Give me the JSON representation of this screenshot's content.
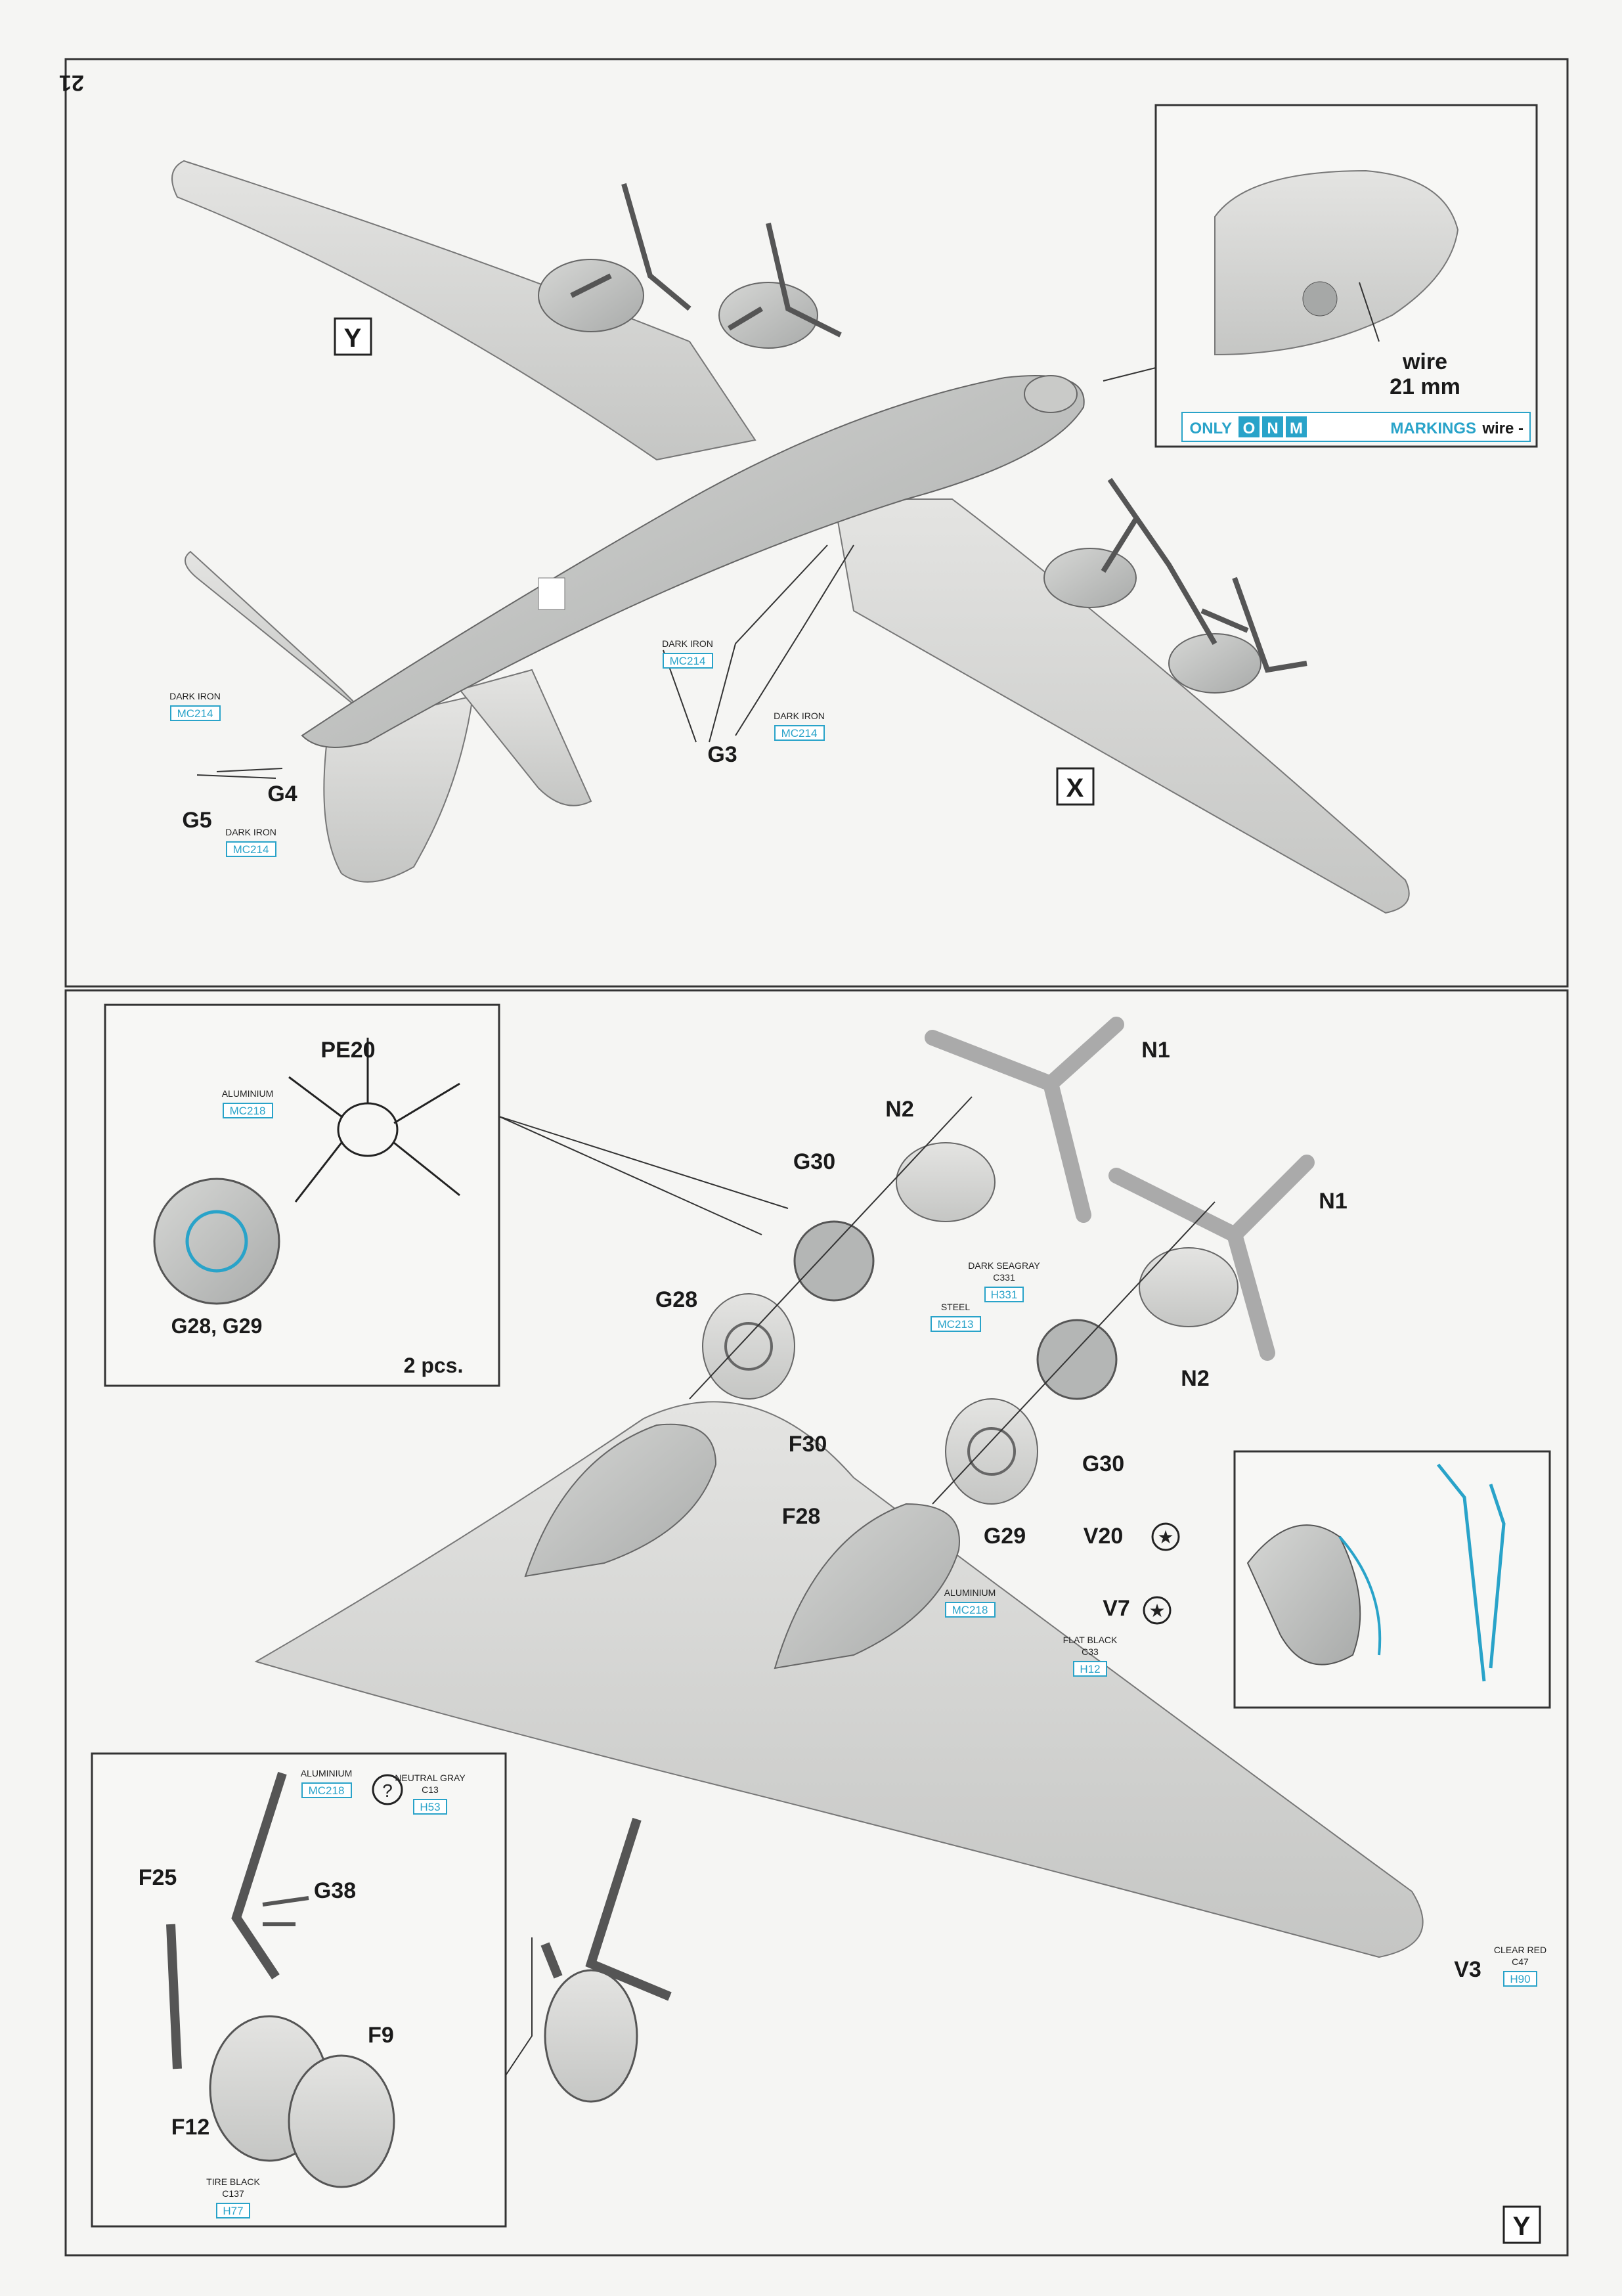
{
  "page_number": "21",
  "steps": {
    "step_x": "X",
    "step_y": "Y"
  },
  "upper_diagram": {
    "callouts": {
      "g3": "G3",
      "g4": "G4",
      "g5": "G5"
    },
    "color_codes": {
      "g3_body": {
        "code": "MC214",
        "name": "DARK IRON"
      },
      "g3_wing": {
        "code": "MC214",
        "name": "DARK IRON"
      },
      "g4": {
        "code": "MC214",
        "name": "DARK IRON"
      },
      "g5": {
        "code": "MC214",
        "name": "DARK IRON"
      }
    },
    "inset": {
      "wire_note": {
        "prefix": "wire - ",
        "markings": "MARKINGS",
        "letters": [
          "M",
          "N",
          "O"
        ],
        "suffix": "ONLY"
      },
      "wire_label": "wire",
      "wire_length": "21 mm"
    }
  },
  "lower_diagram": {
    "callouts": {
      "n1_a": "N1",
      "n1_b": "N1",
      "n2_a": "N2",
      "n2_b": "N2",
      "g30_a": "G30",
      "g30_b": "G30",
      "g28_a": "G28",
      "g29": "G29",
      "f28": "F28",
      "f30": "F30",
      "v20": "V20",
      "v7": "V7",
      "v3": "V3",
      "pe20": "PE20",
      "engine_inset_title": "G28, G29",
      "engine_inset_qty": "2 pcs.",
      "f25": "F25",
      "g38": "G38",
      "f9": "F9",
      "f12": "F12"
    },
    "color_codes": {
      "pe20": {
        "code": "MC218",
        "name": "ALUMINIUM"
      },
      "engine_a": {
        "code": "H331",
        "alt": "C331",
        "name": "DARK SEAGRAY"
      },
      "engine_b": {
        "code": "MC213",
        "name": "STEEL"
      },
      "v7_paint": {
        "code": "MC218",
        "name": "ALUMINIUM"
      },
      "v7_black": {
        "code": "H12",
        "alt": "C33",
        "name": "FLAT BLACK"
      },
      "v3": {
        "code": "H90",
        "alt": "C47",
        "name": "CLEAR RED"
      },
      "gear_gray": {
        "code": "H53",
        "alt": "C13",
        "name": "NEUTRAL GRAY"
      },
      "gear_alu": {
        "code": "MC218",
        "name": "ALUMINIUM"
      },
      "tire": {
        "code": "H77",
        "alt": "C137",
        "name": "TIRE BLACK"
      }
    }
  }
}
